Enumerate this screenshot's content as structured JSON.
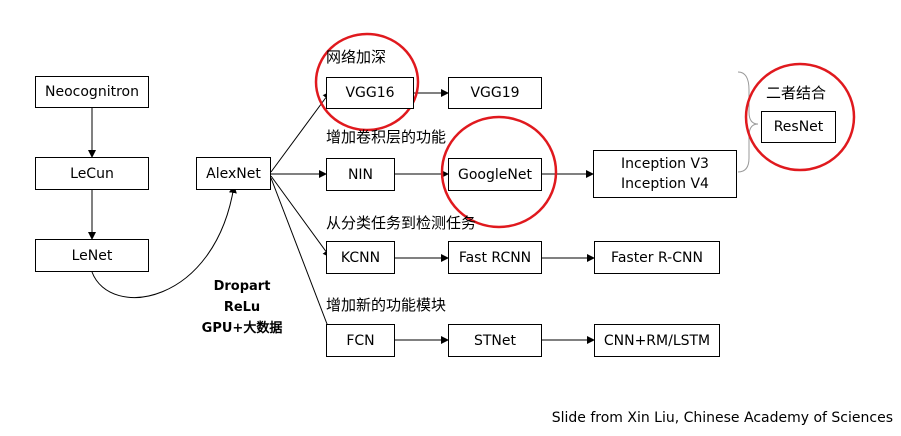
{
  "nodes": {
    "neocognitron": "Neocognitron",
    "lecun": "LeCun",
    "lenet": "LeNet",
    "alexnet": "AlexNet",
    "vgg16": "VGG16",
    "vgg19": "VGG19",
    "nin": "NIN",
    "googlenet": "GoogleNet",
    "inception_v3": "Inception V3",
    "inception_v4": "Inception V4",
    "kcnn": "KCNN",
    "fast_rcnn": "Fast RCNN",
    "faster_rcnn": "Faster R-CNN",
    "fcn": "FCN",
    "stnet": "STNet",
    "cnn_rm_lstm": "CNN+RM/LSTM",
    "resnet": "ResNet"
  },
  "labels": {
    "deeper_network": "网络加深",
    "enhance_conv_layer": "增加卷积层的功能",
    "classification_to_detection": "从分类任务到检测任务",
    "new_function_module": "增加新的功能模块",
    "combination": "二者结合"
  },
  "annotations": {
    "dropout": "Dropart",
    "relu": "ReLu",
    "gpu_bigdata": "GPU+大数据"
  },
  "footer": "Slide from Xin Liu, Chinese Academy of Sciences",
  "colors": {
    "highlight_circle": "#e0191e",
    "line": "#000000",
    "brace": "#999999"
  }
}
